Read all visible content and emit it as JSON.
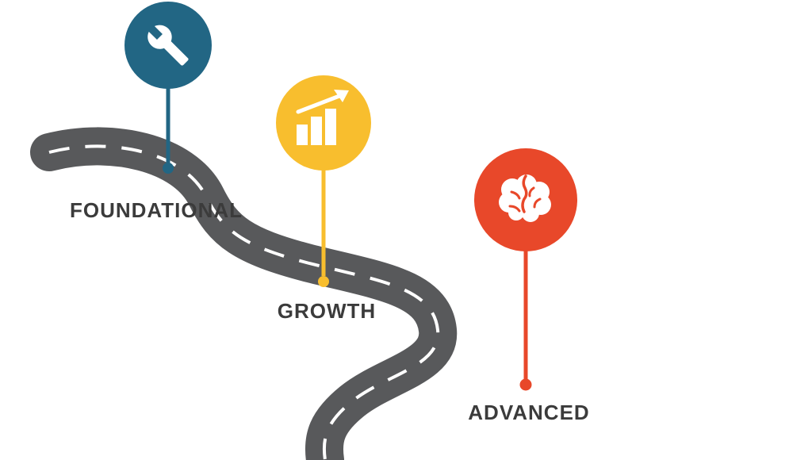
{
  "background_color": "#FFFFFF",
  "label_color": "#3B3B3B",
  "road": {
    "color": "#58595B",
    "centerline_color": "#FFFFFF"
  },
  "milestones": [
    {
      "id": "foundational",
      "label": "FOUNDATIONAL",
      "color": "#226684",
      "icon": "wrench-icon"
    },
    {
      "id": "growth",
      "label": "GROWTH",
      "color": "#F8BE2E",
      "icon": "growth-chart-icon"
    },
    {
      "id": "advanced",
      "label": "ADVANCED",
      "color": "#E8482A",
      "icon": "brain-icon"
    }
  ]
}
